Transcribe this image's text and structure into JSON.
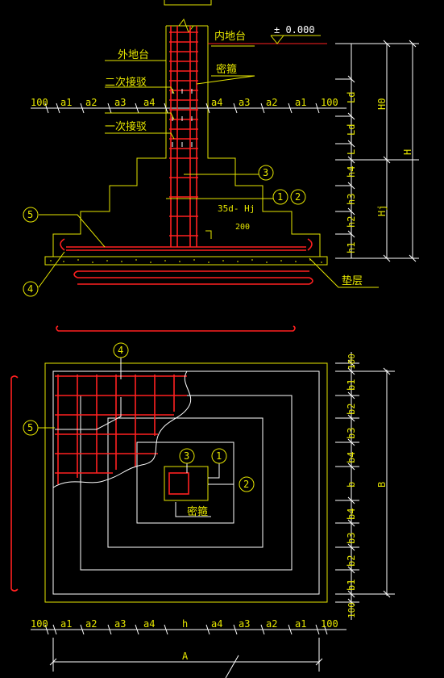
{
  "labels": {
    "elevation": "± 0.000",
    "inner_ground": "内地台",
    "outer_ground": "外地台",
    "stirrup": "密箍",
    "second_splice": "二次接驳",
    "first_splice": "一次接驳",
    "anchor": "35d- Hj",
    "spacing": "200",
    "cushion": "垫层"
  },
  "top_dims": [
    "100",
    "a1",
    "a2",
    "a3",
    "a4",
    "a4",
    "a3",
    "a2",
    "a1",
    "100"
  ],
  "bottom_dims": [
    "100",
    "a1",
    "a2",
    "a3",
    "a4",
    "h",
    "a4",
    "a3",
    "a2",
    "a1",
    "100"
  ],
  "dim_A": "A",
  "dim_B": "B",
  "section_right_dims": [
    "Ld",
    "Ld",
    "L",
    "h4",
    "h3",
    "h2",
    "h1"
  ],
  "section_H": [
    "H0",
    "H",
    "Hj"
  ],
  "plan_right_dims": [
    "100",
    "b1",
    "b2",
    "b3",
    "b4",
    "b",
    "b4",
    "b3",
    "b2",
    "b1",
    "100"
  ],
  "callouts": {
    "c1": "1",
    "c2": "2",
    "c3": "3",
    "c4": "4",
    "c5": "5"
  },
  "plan_stirrup": "密箍"
}
